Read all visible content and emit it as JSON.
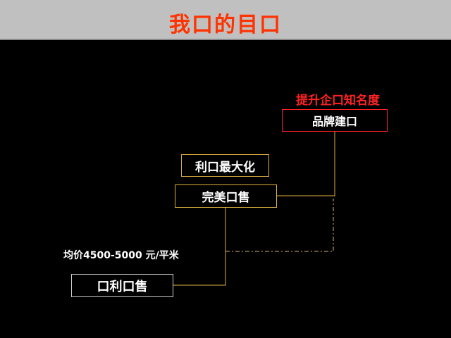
{
  "header": {
    "title": "我口的目口"
  },
  "diagram": {
    "brand_goal_label": "提升企口知名度",
    "brand_box": "品牌建口",
    "profit_box": "利口最大化",
    "sales_box": "完美口售",
    "price_label": "均价4500-5000 元/平米",
    "good_sales_box": "口利口售"
  },
  "colors": {
    "background": "#000000",
    "title_bar": "#c0c0c0",
    "title_text": "#ff3300",
    "brand_accent": "#ff2222",
    "stage_border": "#e0b040",
    "connector_line": "#e0b040",
    "dash_line": "#d4b070",
    "text": "#ffffff"
  }
}
